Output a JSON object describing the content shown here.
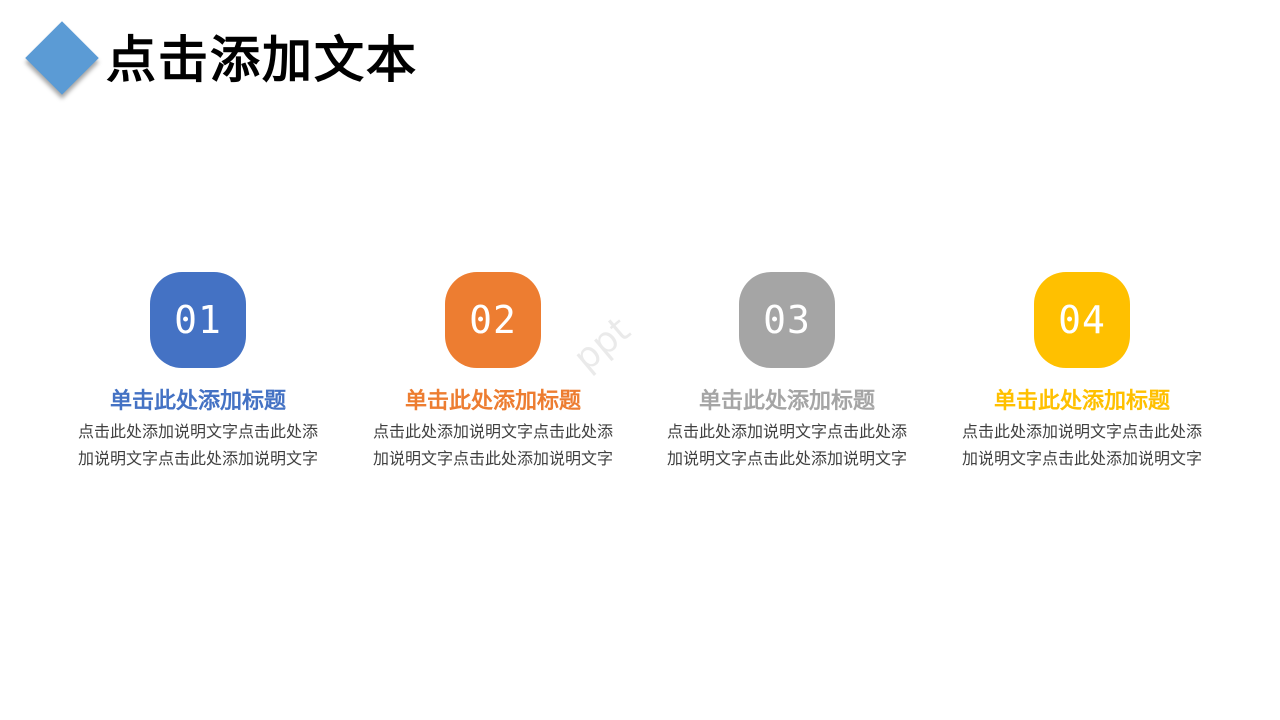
{
  "header": {
    "title": "点击添加文本",
    "accent_color": "#5b9bd5"
  },
  "items": [
    {
      "number": "01",
      "color": "#4472c4",
      "title": "单击此处添加标题",
      "description": "点击此处添加说明文字点击此处添加说明文字点击此处添加说明文字"
    },
    {
      "number": "02",
      "color": "#ed7d31",
      "title": "单击此处添加标题",
      "description": "点击此处添加说明文字点击此处添加说明文字点击此处添加说明文字"
    },
    {
      "number": "03",
      "color": "#a5a5a5",
      "title": "单击此处添加标题",
      "description": "点击此处添加说明文字点击此处添加说明文字点击此处添加说明文字"
    },
    {
      "number": "04",
      "color": "#ffc000",
      "title": "单击此处添加标题",
      "description": "点击此处添加说明文字点击此处添加说明文字点击此处添加说明文字"
    }
  ],
  "watermark": "ppt"
}
